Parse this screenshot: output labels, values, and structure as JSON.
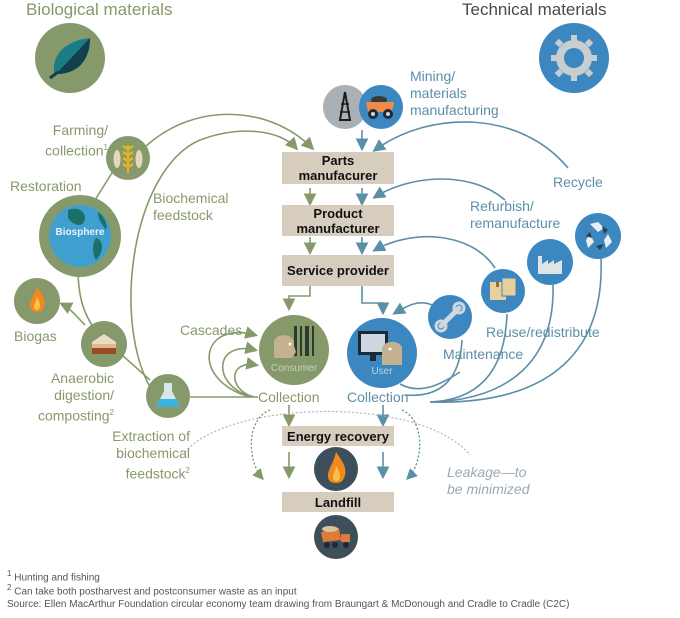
{
  "headers": {
    "biological": "Biological materials",
    "technical": "Technical materials"
  },
  "biological": {
    "farming_line1": "Farming/",
    "farming_line2": "collection",
    "farming_sup": "1",
    "restoration": "Restoration",
    "biosphere": "Biosphere",
    "biochemical_line1": "Biochemical",
    "biochemical_line2": "feedstock",
    "biogas": "Biogas",
    "anaerobic_line1": "Anaerobic",
    "anaerobic_line2": "digestion/",
    "anaerobic_line3": "composting",
    "anaerobic_sup": "2",
    "extraction_line1": "Extraction of",
    "extraction_line2": "biochemical feedstock",
    "extraction_sup": "2",
    "cascades": "Cascades",
    "consumer": "Consumer",
    "collection": "Collection"
  },
  "technical": {
    "mining_line1": "Mining/",
    "mining_line2": "materials",
    "mining_line3": "manufacturing",
    "recycle": "Recycle",
    "refurbish_line1": "Refurbish/",
    "refurbish_line2": "remanufacture",
    "reuse": "Reuse/redistribute",
    "maintenance": "Maintenance",
    "user": "User",
    "collection": "Collection"
  },
  "chain": {
    "parts_line1": "Parts",
    "parts_line2": "manufacurer",
    "product_line1": "Product",
    "product_line2": "manufacturer",
    "service": "Service provider",
    "energy": "Energy recovery",
    "landfill": "Landfill"
  },
  "leakage": {
    "line1": "Leakage—to",
    "line2": "be minimized"
  },
  "footnotes": {
    "note1_mark": "1",
    "note1": "Hunting and fishing",
    "note2_mark": "2",
    "note2": "Can take both postharvest and postconsumer waste as an input",
    "source": "Source: Ellen MacArthur Foundation circular economy team drawing from Braungart & McDonough and Cradle to Cradle (C2C)"
  },
  "colors": {
    "bio_green": "#86996b",
    "tech_blue": "#3d87c0",
    "line_blue": "#5b8fa8",
    "box_beige": "#d6cdbf",
    "dark_slate": "#3e4f5c"
  }
}
